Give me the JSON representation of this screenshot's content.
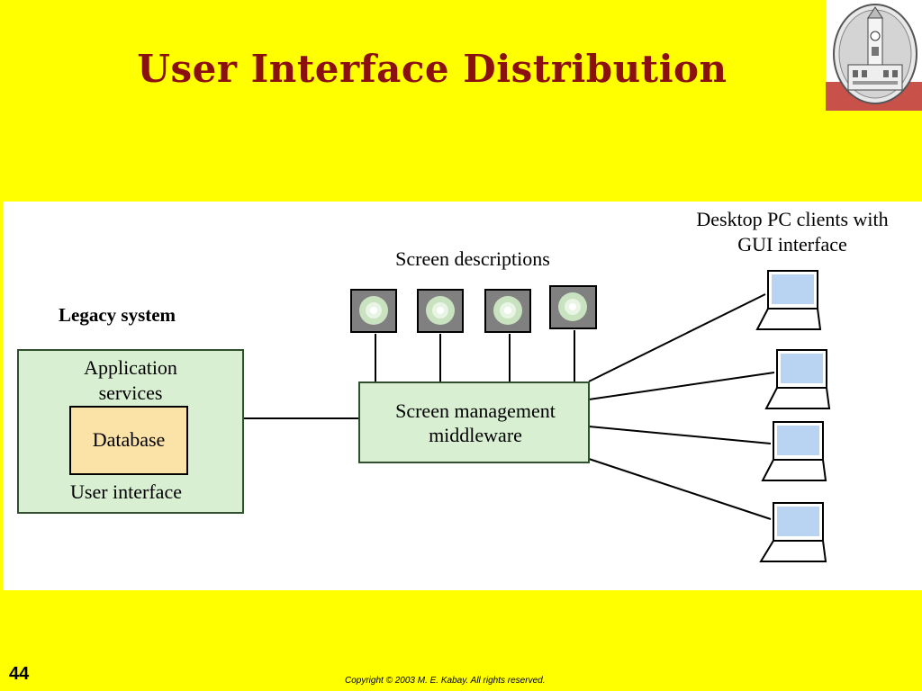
{
  "slide": {
    "title": "User Interface Distribution",
    "page_number": "44",
    "copyright": "Copyright © 2003 M. E. Kabay.  All rights reserved."
  },
  "logo": {
    "icon": "clock-tower-seal-icon"
  },
  "diagram": {
    "legacy_label": "Legacy system",
    "app_services_line1": "Application",
    "app_services_line2": "services",
    "database_label": "Database",
    "user_interface_label": "User interface",
    "screen_descriptions_label": "Screen descriptions",
    "middleware_line1": "Screen management",
    "middleware_line2": "middleware",
    "clients_line1": "Desktop PC clients with",
    "clients_line2": "GUI interface",
    "screen_icons": 4,
    "laptop_icons": 4
  },
  "colors": {
    "background": "#ffff00",
    "title": "#8b1010",
    "box_fill": "#d8efd2",
    "database_fill": "#fbe3a8",
    "screen_glyph": "#c9e2c0",
    "laptop_screen": "#b8d4f2"
  }
}
